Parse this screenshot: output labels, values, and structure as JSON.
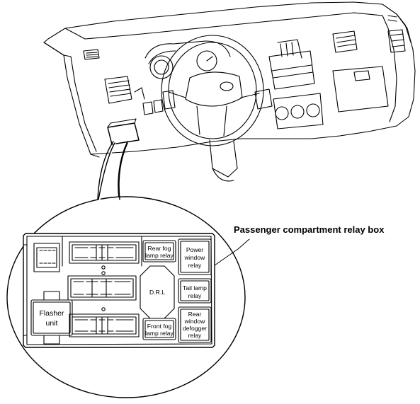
{
  "title": "Passenger compartment relay box",
  "labels": {
    "rear_fog": [
      "Rear fog",
      "lamp relay"
    ],
    "front_fog": [
      "Front fog",
      "lamp relay"
    ],
    "drl": "D.R.L",
    "power_window": [
      "Power",
      "window",
      "relay"
    ],
    "tail_lamp": [
      "Tail lamp",
      "relay"
    ],
    "rear_defogger": [
      "Rear",
      "window",
      "defogger",
      "relay"
    ],
    "flasher": [
      "Flasher",
      "unit"
    ]
  },
  "icons": [
    "dashboard-illustration",
    "steering-wheel",
    "callout-bubble",
    "relay-box-outline",
    "connector-block"
  ]
}
